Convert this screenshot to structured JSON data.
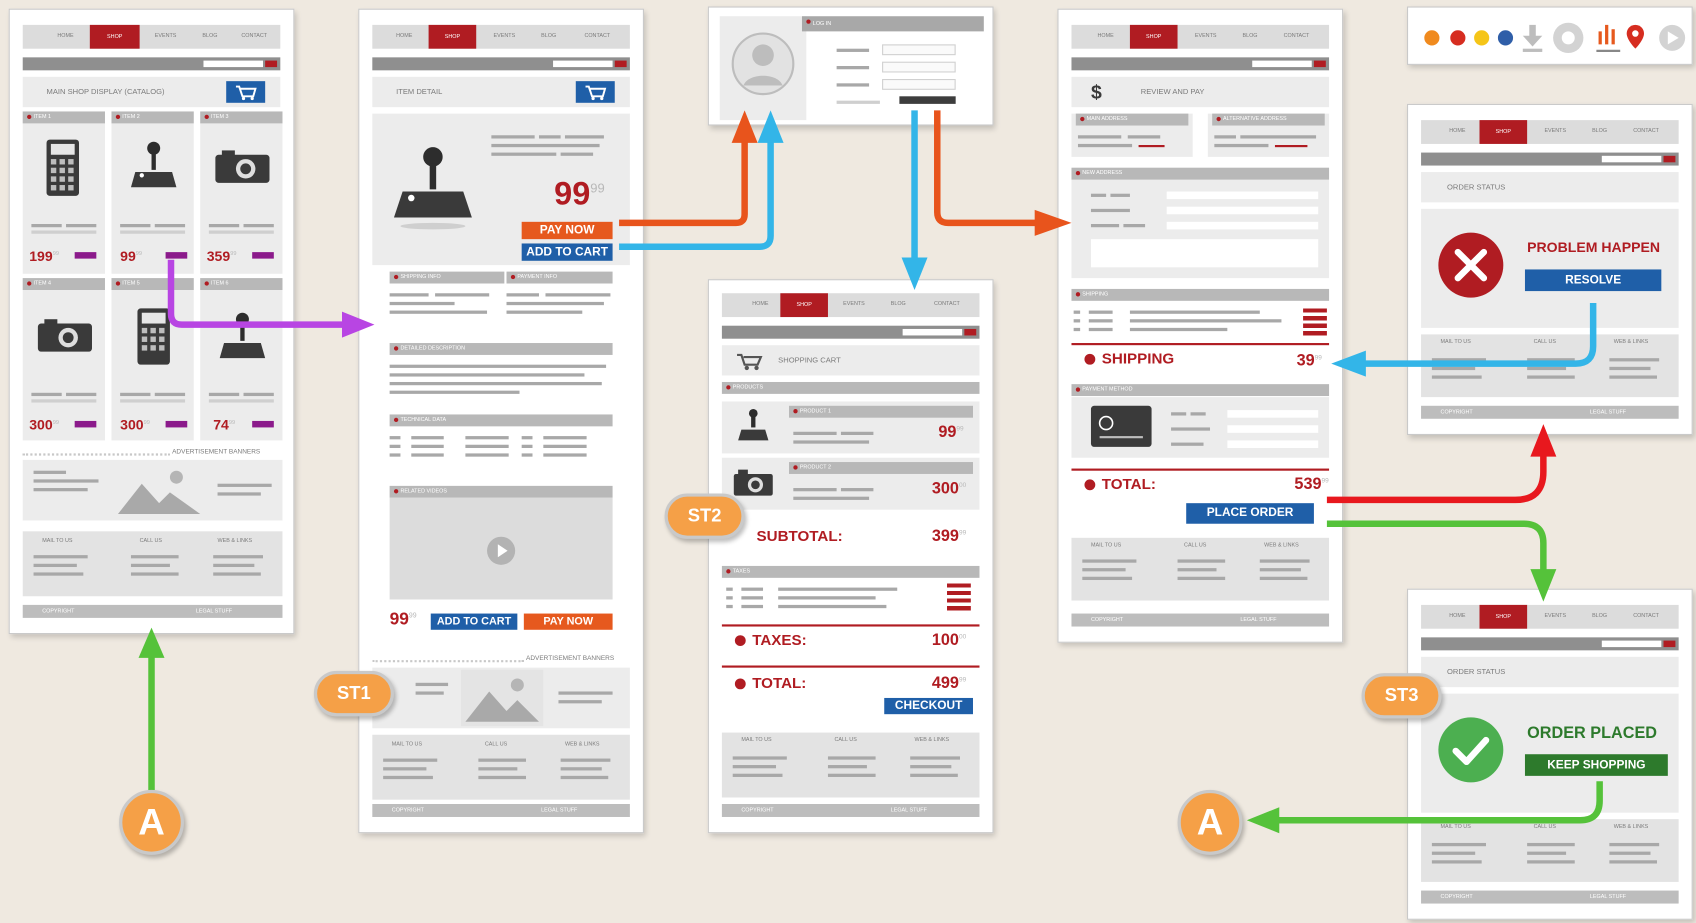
{
  "catalog": {
    "nav": [
      "HOME",
      "SHOP",
      "EVENTS",
      "BLOG",
      "CONTACT"
    ],
    "title": "MAIN SHOP DISPLAY (CATALOG)",
    "items": [
      "ITEM 1",
      "ITEM 2",
      "ITEM 3",
      "ITEM 4",
      "ITEM 5",
      "ITEM 6"
    ],
    "prices": [
      "199",
      "99",
      "359",
      "300",
      "300",
      "74"
    ],
    "ads_label": "ADVERTISEMENT BANNERS",
    "footer_sections": [
      "MAIL TO US",
      "CALL US",
      "WEB & LINKS"
    ],
    "footer_bottom": [
      "COPYRIGHT",
      "LEGAL STUFF"
    ]
  },
  "item_detail": {
    "nav": [
      "HOME",
      "SHOP",
      "EVENTS",
      "BLOG",
      "CONTACT"
    ],
    "title": "ITEM DETAIL",
    "price_main": "99",
    "price_cents": "99",
    "pay_now": "PAY NOW",
    "add_to_cart": "ADD TO CART",
    "sections": [
      "SHIPPING INFO",
      "PAYMENT INFO",
      "DETAILED DESCRIPTION",
      "TECHNICAL DATA",
      "RELATED VIDEOS"
    ],
    "price_bottom": "99",
    "ads_label": "ADVERTISEMENT BANNERS",
    "footer_sections": [
      "MAIL TO US",
      "CALL US",
      "WEB & LINKS"
    ],
    "footer_bottom": [
      "COPYRIGHT",
      "LEGAL STUFF"
    ]
  },
  "login": {
    "title": "LOG IN"
  },
  "cart": {
    "nav": [
      "HOME",
      "SHOP",
      "EVENTS",
      "BLOG",
      "CONTACT"
    ],
    "title": "SHOPPING CART",
    "products_label": "PRODUCTS",
    "product1_label": "PRODUCT 1",
    "product2_label": "PRODUCT 2",
    "product1_price": "99",
    "product2_price": "300",
    "subtotal_label": "SUBTOTAL:",
    "subtotal_value": "399",
    "taxes_section": "TAXES",
    "taxes_label": "TAXES:",
    "taxes_value": "100",
    "total_label": "TOTAL:",
    "total_value": "499",
    "checkout": "CHECKOUT",
    "footer_sections": [
      "MAIL TO US",
      "CALL US",
      "WEB & LINKS"
    ],
    "footer_bottom": [
      "COPYRIGHT",
      "LEGAL STUFF"
    ]
  },
  "review": {
    "nav": [
      "HOME",
      "SHOP",
      "EVENTS",
      "BLOG",
      "CONTACT"
    ],
    "currency": "$",
    "title": "REVIEW AND PAY",
    "sections": [
      "MAIN ADDRESS",
      "ALTERNATIVE ADDRESS",
      "NEW ADDRESS",
      "SHIPPING",
      "PAYMENT METHOD"
    ],
    "shipping_label": "SHIPPING",
    "shipping_value": "39",
    "total_label": "TOTAL:",
    "total_value": "539",
    "place_order": "PLACE ORDER",
    "footer_sections": [
      "MAIL TO US",
      "CALL US",
      "WEB & LINKS"
    ],
    "footer_bottom": [
      "COPYRIGHT",
      "LEGAL STUFF"
    ]
  },
  "problem": {
    "nav": [
      "HOME",
      "SHOP",
      "EVENTS",
      "BLOG",
      "CONTACT"
    ],
    "order_status": "ORDER STATUS",
    "message": "PROBLEM HAPPEN",
    "resolve": "RESOLVE",
    "footer_sections": [
      "MAIL TO US",
      "CALL US",
      "WEB & LINKS"
    ],
    "footer_bottom": [
      "COPYRIGHT",
      "LEGAL STUFF"
    ]
  },
  "placed": {
    "nav": [
      "HOME",
      "SHOP",
      "EVENTS",
      "BLOG",
      "CONTACT"
    ],
    "order_status": "ORDER STATUS",
    "message": "ORDER PLACED",
    "keep_shopping": "KEEP SHOPPING",
    "footer_sections": [
      "MAIL TO US",
      "CALL US",
      "WEB & LINKS"
    ],
    "footer_bottom": [
      "COPYRIGHT",
      "LEGAL STUFF"
    ]
  },
  "markers": {
    "a_left": "A",
    "a_right": "A",
    "st1": "ST1",
    "st2": "ST2",
    "st3": "ST3"
  },
  "icons": [
    "rss-icon",
    "google-plus-icon",
    "rss-icon",
    "facebook-icon",
    "download-icon",
    "gear-icon",
    "signal-icon",
    "map-pin-icon",
    "play-icon"
  ],
  "colors": {
    "brand_red": "#b01c22",
    "blue": "#1f5fa8",
    "orange": "#e6591e",
    "green": "#2d7a2c",
    "purple_arrow": "#b845e3",
    "cyan_arrow": "#33b5e8",
    "orange_arrow": "#e8541c",
    "red_arrow": "#e8181e",
    "green_arrow": "#55c23a"
  }
}
